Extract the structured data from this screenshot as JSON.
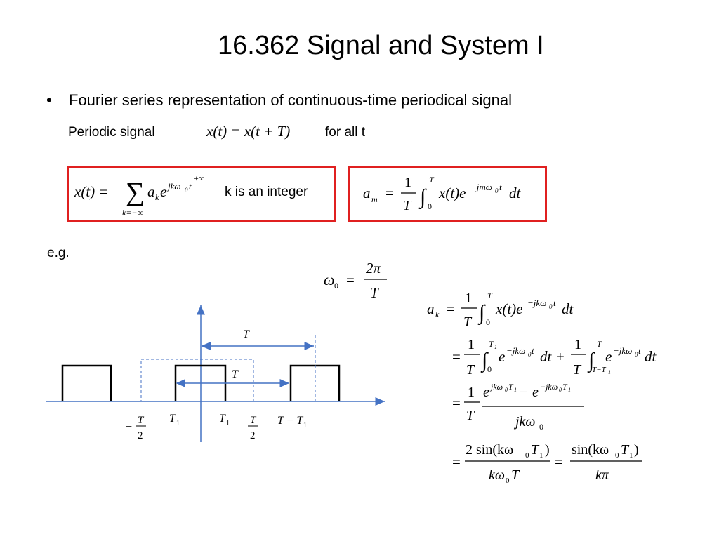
{
  "slide": {
    "title": "16.362 Signal and System I",
    "bullet_symbol": "•",
    "bullet_text": "Fourier series representation of continuous-time periodical signal",
    "periodic_label": "Periodic signal",
    "periodic_equation": "x(t) = x(t + T)",
    "for_all_label": "for all t",
    "k_integer_label": "k is an integer",
    "eg_label": "e.g."
  },
  "equations": {
    "synthesis": "x(t) = Σ_{k=-∞}^{+∞} a_k e^{jkω0 t}",
    "analysis": "a_m = (1/T) ∫_0^T x(t) e^{-jmω0 t} dt",
    "omega0": "ω0 = 2π / T"
  },
  "graph_labels": {
    "period_T_top": "T",
    "period_T_mid": "T",
    "neg_half_period": "−T/2",
    "T1_left": "T1",
    "T1_right": "T1",
    "half_period": "T/2",
    "T_minus_T1": "T − T1"
  },
  "colors": {
    "box_border": "#e02020",
    "axis_blue": "#4472c4",
    "pulse": "#000000"
  }
}
